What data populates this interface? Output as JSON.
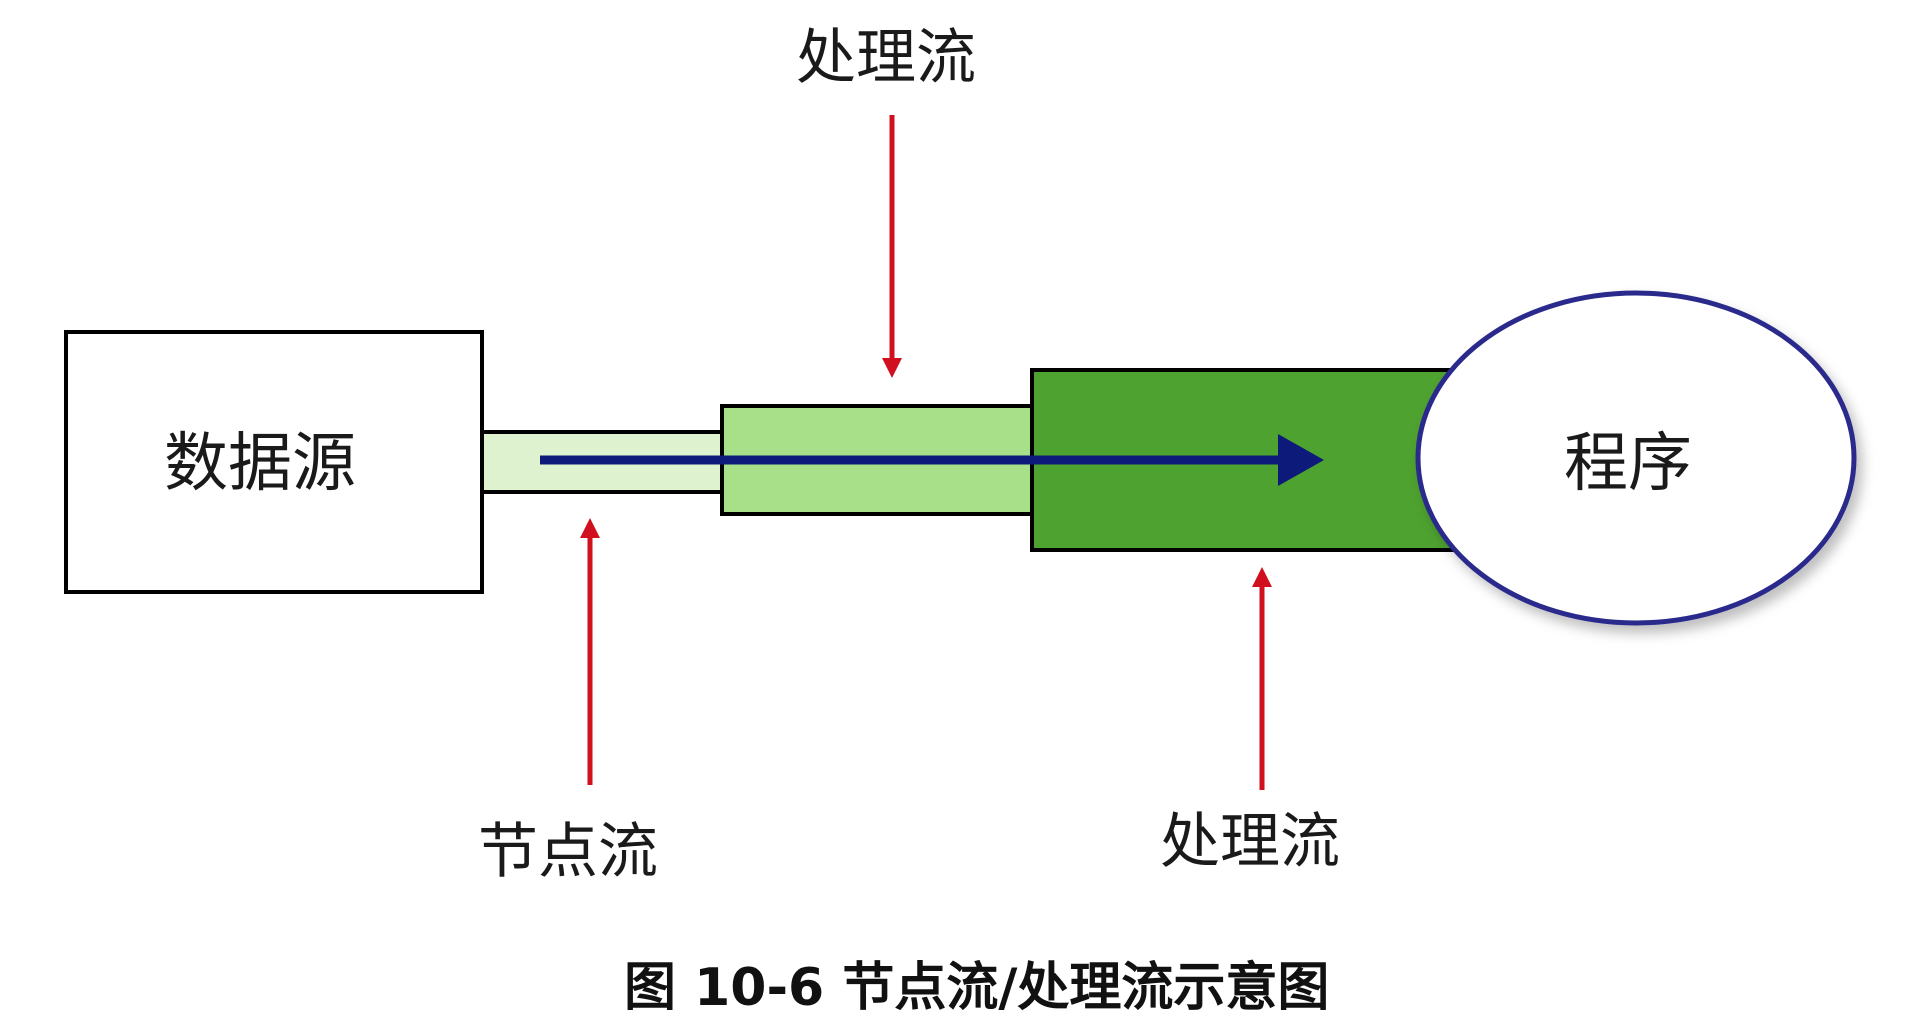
{
  "diagram": {
    "nodes": {
      "source": {
        "label": "数据源"
      },
      "program": {
        "label": "程序"
      }
    },
    "streams": [
      {
        "id": "node-stream",
        "fill": "#dff2d0"
      },
      {
        "id": "processing-stream-inner",
        "fill": "#a8e08a"
      },
      {
        "id": "processing-stream-outer",
        "fill": "#4ea22f"
      }
    ],
    "callouts": {
      "top": {
        "label": "处理流"
      },
      "bottom_left": {
        "label": "节点流"
      },
      "bottom_right": {
        "label": "处理流"
      }
    },
    "caption": "图 10-6  节点流/处理流示意图",
    "colors": {
      "flow_arrow": "#0d1a7a",
      "callout_arrow": "#d0101e",
      "program_border": "#2a2a8c",
      "outline": "#000000"
    }
  }
}
